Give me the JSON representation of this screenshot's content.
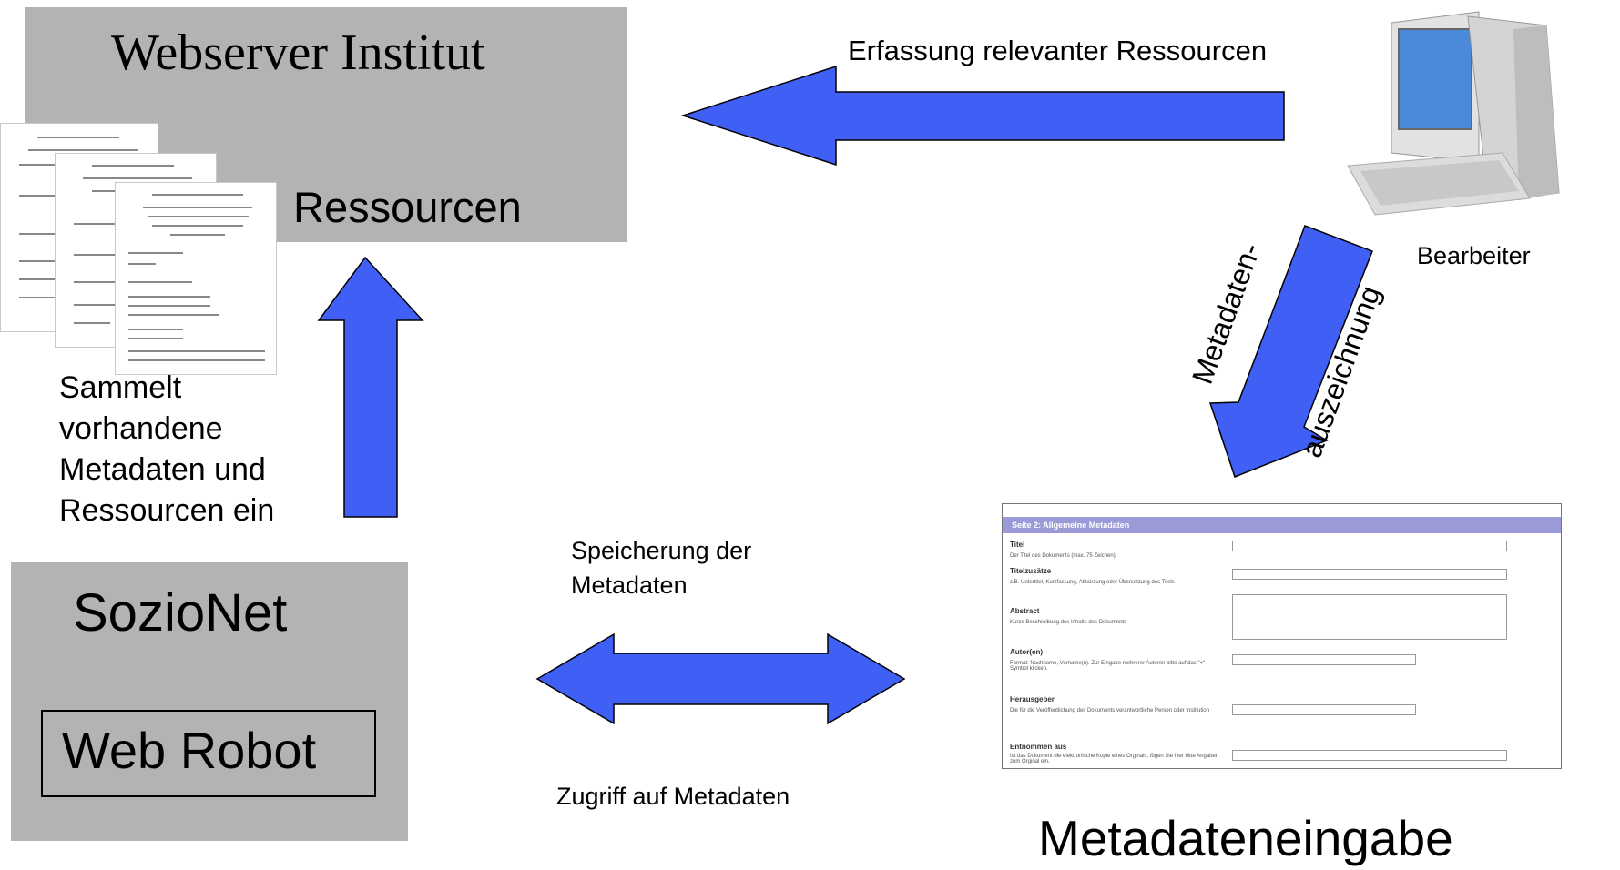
{
  "webserver": {
    "title": "Webserver Institut",
    "resources_label": "Ressourcen"
  },
  "sozionet": {
    "title": "SozioNet",
    "robot_label": "Web Robot"
  },
  "collect_text": {
    "line1": "Sammelt",
    "line2": "vorhandene",
    "line3": "Metadaten und",
    "line4": "Ressourcen ein"
  },
  "capture_label": "Erfassung relevanter Ressourcen",
  "editor_label": "Bearbeiter",
  "markup_label": {
    "line1": "Metadaten-",
    "line2": "auszeichnung"
  },
  "storage_label": {
    "line1": "Speicherung der",
    "line2": "Metadaten"
  },
  "access_label": "Zugriff auf Metadaten",
  "metadata_input_label": "Metadateneingabe",
  "form": {
    "header": "Seite 2: Allgemeine Metadaten",
    "fields": [
      {
        "label": "Titel",
        "hint": "Der Titel des Dokuments (max. 75 Zeichen)"
      },
      {
        "label": "Titelzusätze",
        "hint": "z.B. Untertitel, Kurzfassung, Abkürzung oder Übersetzung des Titels"
      },
      {
        "label": "Abstract",
        "hint": "Kurze Beschreibung des Inhalts des Dokuments"
      },
      {
        "label": "Autor(en)",
        "hint": "Format: Nachname, Vorname(n). Zur Eingabe mehrerer Autoren bitte auf das \"+\"-Symbol klicken."
      },
      {
        "label": "Herausgeber",
        "hint": "Die für die Veröffentlichung des Dokuments verantwortliche Person oder Institution"
      },
      {
        "label": "Entnommen aus",
        "hint": "Ist das Dokument die elektronische Kopie eines Orginals, fügen Sie hier bitte Angaben zum Orginal ein."
      }
    ]
  },
  "colors": {
    "arrow_fill": "#3f5ff5",
    "box_grey": "#b3b3b3",
    "form_header": "#9a9ad6"
  },
  "icons": [
    "document-stack-icon",
    "computer-icon"
  ]
}
